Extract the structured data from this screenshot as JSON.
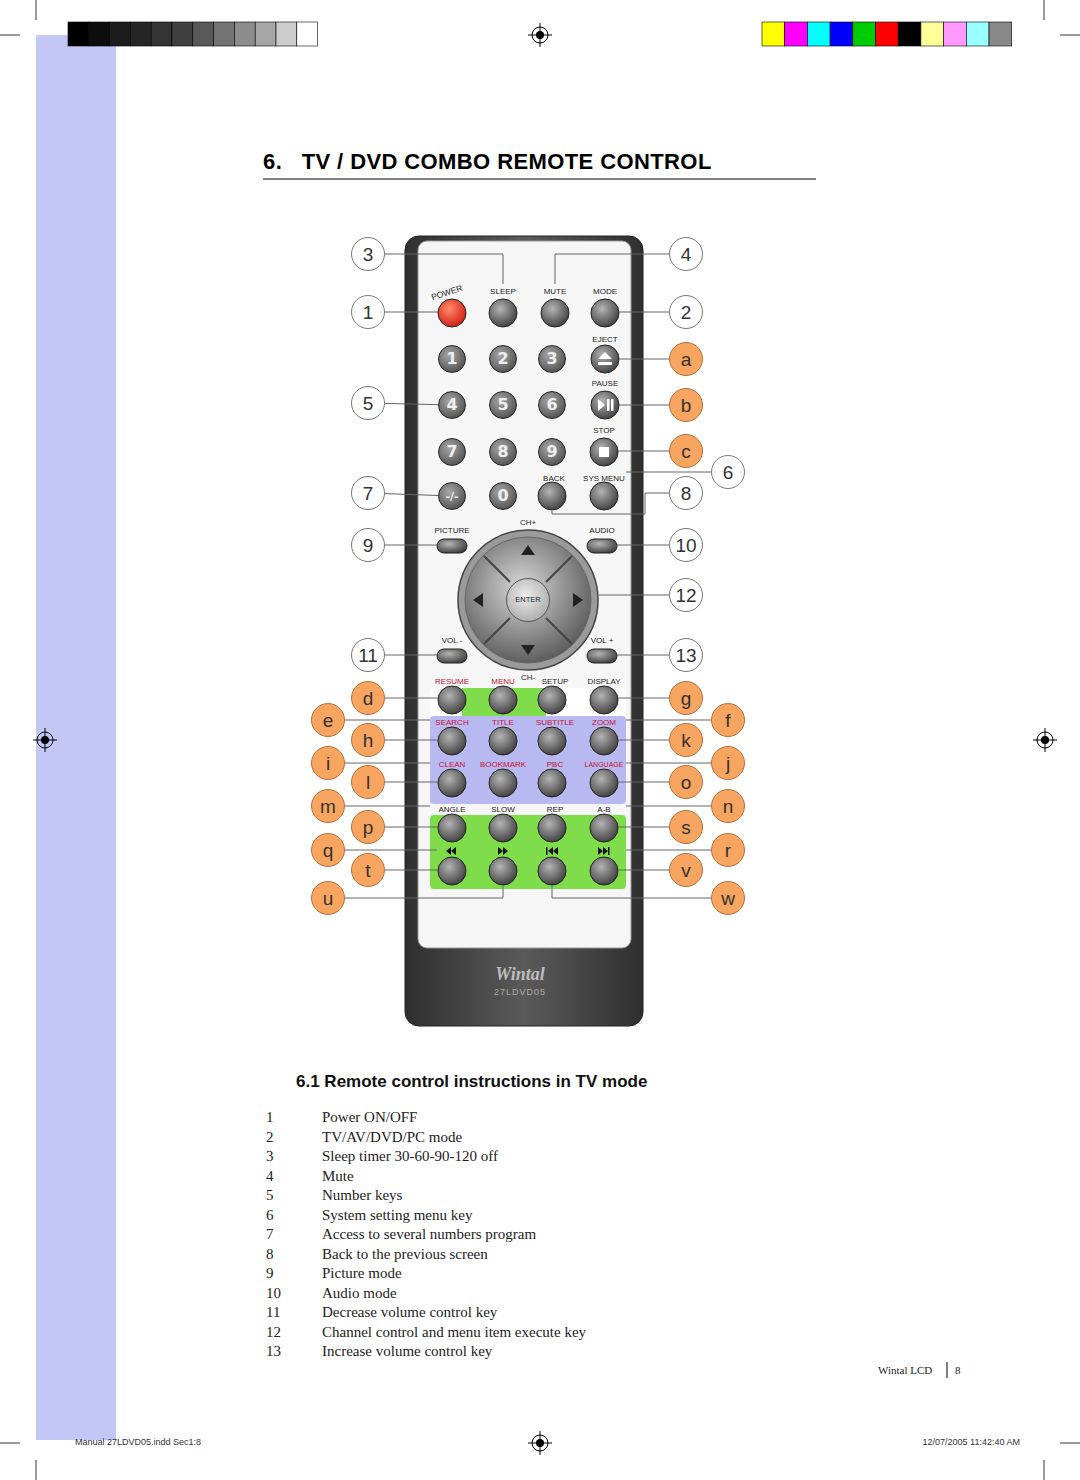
{
  "diagram": {
    "title": "6.   TV / DVD COMBO REMOTE CONTROL",
    "nodes": [
      {
        "text": [
          "3"
        ]
      },
      {
        "text": [
          "4"
        ]
      },
      {
        "text": [
          "1"
        ]
      },
      {
        "text": [
          "2"
        ]
      },
      {
        "text": [
          "1"
        ]
      },
      {
        "text": [
          "2"
        ]
      },
      {
        "text": [
          "3"
        ]
      },
      {
        "text": [
          "a"
        ]
      },
      {
        "text": [
          "5"
        ]
      },
      {
        "text": [
          "4"
        ]
      },
      {
        "text": [
          "5"
        ]
      },
      {
        "text": [
          "6"
        ]
      },
      {
        "text": [
          "b"
        ]
      },
      {
        "text": [
          "7"
        ]
      },
      {
        "text": [
          "8"
        ]
      },
      {
        "text": [
          "9"
        ]
      },
      {
        "text": [
          "c"
        ]
      },
      {
        "text": [
          "6"
        ]
      },
      {
        "text": [
          "7"
        ]
      },
      {
        "text": [
          "-/-"
        ]
      },
      {
        "text": [
          "0"
        ]
      },
      {
        "text": [
          "8"
        ]
      },
      {
        "text": [
          "9"
        ]
      },
      {
        "text": [
          "10"
        ]
      },
      {
        "text": [
          "ENTER"
        ]
      },
      {
        "text": [
          "12"
        ]
      },
      {
        "text": [
          "11"
        ]
      },
      {
        "text": [
          "13"
        ]
      },
      {
        "text": [
          "d"
        ]
      },
      {
        "text": [
          "g"
        ]
      },
      {
        "text": [
          "e"
        ]
      },
      {
        "text": [
          "f"
        ]
      },
      {
        "text": [
          "h"
        ]
      },
      {
        "text": [
          "k"
        ]
      },
      {
        "text": [
          "i"
        ]
      },
      {
        "text": [
          "j"
        ]
      },
      {
        "text": [
          "l"
        ]
      },
      {
        "text": [
          "o"
        ]
      },
      {
        "text": [
          "m"
        ]
      },
      {
        "text": [
          "n"
        ]
      },
      {
        "text": [
          "p"
        ]
      },
      {
        "text": [
          "s"
        ]
      },
      {
        "text": [
          "q"
        ]
      },
      {
        "text": [
          "r"
        ]
      },
      {
        "text": [
          "t"
        ]
      },
      {
        "text": [
          "v"
        ]
      },
      {
        "text": [
          "u"
        ]
      },
      {
        "text": [
          "w"
        ]
      }
    ],
    "edges": [
      {
        "from": 8,
        "to": 9,
        "arrow": "none"
      },
      {
        "from": 18,
        "to": 19,
        "arrow": "none"
      }
    ],
    "labels": [
      "POWER",
      "SLEEP",
      "MUTE",
      "MODE",
      "EJECT",
      "PAUSE",
      "STOP",
      "BACK",
      "SYS MENU",
      "CH+",
      "PICTURE",
      "AUDIO",
      "VOL -",
      "VOL +",
      "CH-",
      "RESUME",
      "MENU",
      "SETUP",
      "DISPLAY",
      "SEARCH",
      "TITLE",
      "SUBTITLE",
      "ZOOM",
      "CLEAN",
      "BOOKMARK",
      "PBC",
      "LANGUAGE",
      "ANGLE",
      "SLOW",
      "REP",
      "A-B",
      "Wintal",
      "27LDVD05",
      "6.1 Remote control instructions in TV mode",
      "1",
      "Power ON/OFF",
      "2",
      "TV/AV/DVD/PC mode",
      "3",
      "Sleep timer 30-60-90-120 off",
      "4",
      "Mute",
      "5",
      "Number keys",
      "6",
      "System setting menu key",
      "7",
      "Access to several numbers program",
      "8",
      "Back to the previous screen",
      "9",
      "Picture mode",
      "10",
      "Audio mode",
      "11",
      "Decrease volume control key",
      "12",
      "Channel control and menu item execute key",
      "13",
      "Increase volume control key",
      "Wintal LCD",
      "8",
      "Manual 27LDVD05.indd Sec1:8",
      "12/07/2005 11:42:40 AM"
    ]
  }
}
